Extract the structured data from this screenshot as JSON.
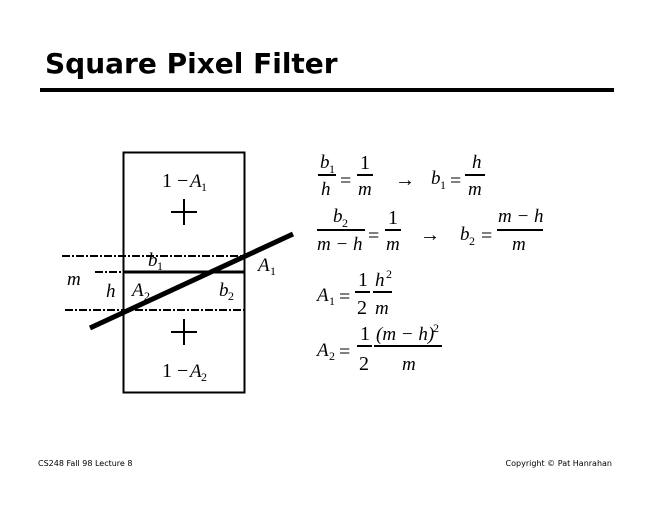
{
  "slide": {
    "title": "Square Pixel Filter",
    "footer_left": "CS248 Fall 98 Lecture 8",
    "footer_right": "Copyright © Pat Hanrahan"
  },
  "diagram": {
    "top_region": {
      "prefix": "1 − ",
      "var": "A",
      "sub": "1"
    },
    "bottom_region": {
      "prefix": "1 − ",
      "var": "A",
      "sub": "2"
    },
    "b1": {
      "var": "b",
      "sub": "1"
    },
    "b2": {
      "var": "b",
      "sub": "2"
    },
    "a1": {
      "var": "A",
      "sub": "1"
    },
    "a2": {
      "var": "A",
      "sub": "2"
    },
    "m": "m",
    "h": "h"
  },
  "equations": {
    "eq1": {
      "num_l": "b",
      "num_l_sub": "1",
      "den_l": "h",
      "eq": "=",
      "num_r": "1",
      "den_r": "m",
      "arrow": "→",
      "res_var": "b",
      "res_sub": "1",
      "eq2": "=",
      "res_num": "h",
      "res_den": "m"
    },
    "eq2": {
      "num_l": "b",
      "num_l_sub": "2",
      "den_l": "m − h",
      "eq": "=",
      "num_r": "1",
      "den_r": "m",
      "arrow": "→",
      "res_var": "b",
      "res_sub": "2",
      "eq2": "=",
      "res_num": "m − h",
      "res_den": "m"
    },
    "eq3": {
      "var": "A",
      "sub": "1",
      "eq": "=",
      "half_num": "1",
      "half_den": "2",
      "num": "h",
      "sup": "2",
      "den": "m"
    },
    "eq4": {
      "var": "A",
      "sub": "2",
      "eq": "=",
      "half_num": "1",
      "half_den": "2",
      "num": "(m − h)",
      "sup": "2",
      "den": "m"
    }
  }
}
